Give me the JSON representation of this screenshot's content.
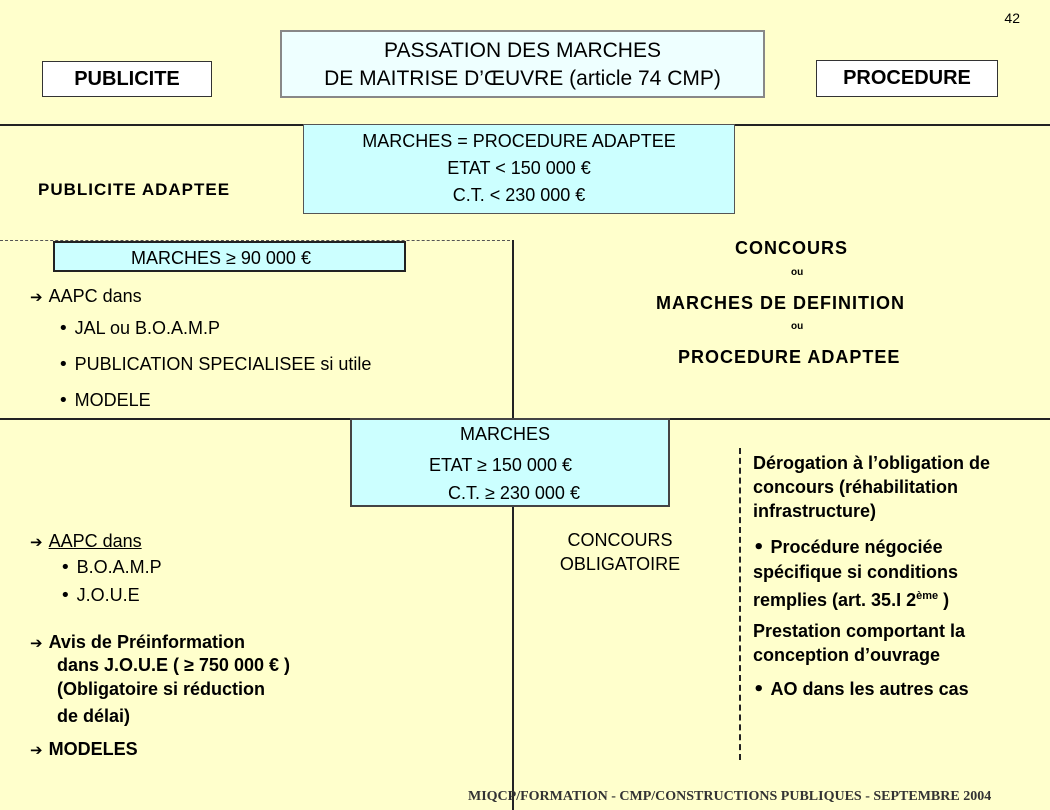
{
  "page_number": "42",
  "header": {
    "left_box": "PUBLICITE",
    "title_line1": "PASSATION DES MARCHES",
    "title_line2": "DE MAITRISE D’ŒUVRE (article 74 CMP)",
    "right_box": "PROCEDURE"
  },
  "adapted": {
    "left_label": "PUBLICITE ADAPTEE",
    "box_line1": "MARCHES = PROCEDURE  ADAPTEE",
    "box_line2": "ETAT < 150 000 €",
    "box_line3": "C.T. < 230 000 €"
  },
  "mid_left": {
    "box": "MARCHES ≥ 90 000 €",
    "aapc": "AAPC dans",
    "bullets": [
      "JAL ou B.O.A.M.P",
      "PUBLICATION SPECIALISEE si utile",
      "MODELE"
    ]
  },
  "mid_right": {
    "concours": "CONCOURS",
    "ou1": "ou",
    "definition": "MARCHES DE DEFINITION",
    "ou2": "ou",
    "adaptee": "PROCEDURE ADAPTEE"
  },
  "bottom_box": {
    "line1": "MARCHES",
    "line2": "ETAT ≥ 150 000 €",
    "line3": "C.T. ≥ 230 000 €"
  },
  "bottom_left": {
    "aapc": "AAPC dans",
    "bullets": [
      "B.O.A.M.P",
      "J.O.U.E"
    ],
    "avis_line1": "Avis de Préinformation",
    "avis_line2": "dans  J.O.U.E ( ≥ 750 000 € )",
    "avis_line3": "(Obligatoire si réduction",
    "avis_line4": "de délai)",
    "modeles": "MODELES"
  },
  "bottom_center": {
    "line1": "CONCOURS",
    "line2": "OBLIGATOIRE"
  },
  "bottom_right": {
    "derog1": "Dérogation à l’obligation de",
    "derog2": "concours (réhabilitation",
    "derog3": "infrastructure)",
    "proc1": "Procédure négociée",
    "proc2": "spécifique si conditions",
    "proc3": "remplies (art. 35.I 2",
    "proc3_sup": "ème",
    "proc3_end": " )",
    "prest1": "Prestation comportant la",
    "prest2": "conception d’ouvrage",
    "ao": "AO dans les autres cas"
  },
  "footer": "MIQCP/FORMATION - CMP/CONSTRUCTIONS PUBLIQUES - SEPTEMBRE 2004"
}
